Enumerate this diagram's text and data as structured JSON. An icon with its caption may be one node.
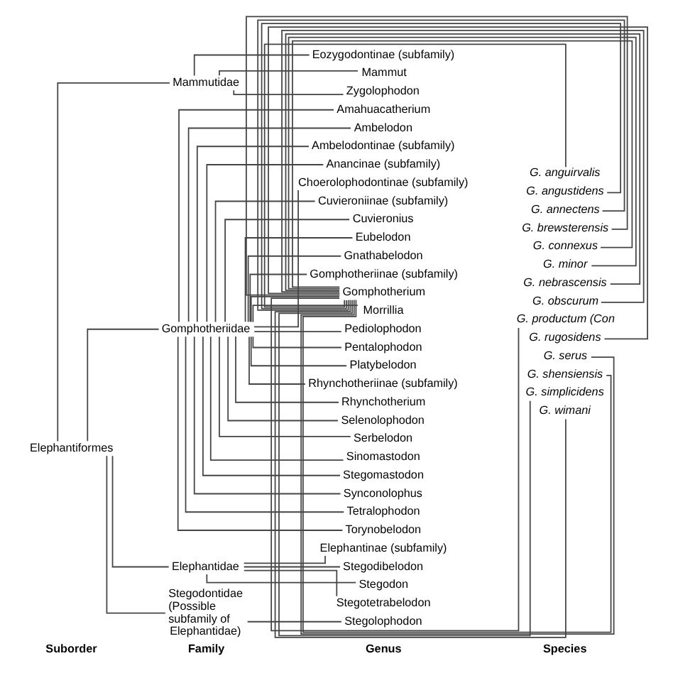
{
  "diagram": {
    "nodes": [
      {
        "text": [
          "Elephantiformes"
        ]
      },
      {
        "text": [
          "Mammutidae"
        ]
      },
      {
        "text": [
          "Gomphotheriidae"
        ]
      },
      {
        "text": [
          "Elephantidae"
        ]
      },
      {
        "text": [
          "Stegodontidae (Possible subfamily of Elephantidae)"
        ]
      },
      {
        "text": [
          "Eozygodontinae (subfamily)"
        ]
      },
      {
        "text": [
          "Mammut"
        ]
      },
      {
        "text": [
          "Zygolophodon"
        ]
      },
      {
        "text": [
          "Amahuacatherium"
        ]
      },
      {
        "text": [
          "Ambelodon"
        ]
      },
      {
        "text": [
          "Ambelodontinae (subfamily)"
        ]
      },
      {
        "text": [
          "Anancinae (subfamily)"
        ]
      },
      {
        "text": [
          "Choerolophodontinae (subfamily)"
        ]
      },
      {
        "text": [
          "Cuvieroniinae (subfamily)"
        ]
      },
      {
        "text": [
          "Cuvieronius"
        ]
      },
      {
        "text": [
          "Eubelodon"
        ]
      },
      {
        "text": [
          "Gnathabelodon"
        ]
      },
      {
        "text": [
          "Gomphotheriinae (subfamily)"
        ]
      },
      {
        "text": [
          "Gomphotherium"
        ]
      },
      {
        "text": [
          "Morrillia"
        ]
      },
      {
        "text": [
          "Pediolophodon"
        ]
      },
      {
        "text": [
          "Pentalophodon"
        ]
      },
      {
        "text": [
          "Platybelodon"
        ]
      },
      {
        "text": [
          "Rhynchotheriinae (subfamily)"
        ]
      },
      {
        "text": [
          "Rhynchotherium"
        ]
      },
      {
        "text": [
          "Selenolophodon"
        ]
      },
      {
        "text": [
          "Serbelodon"
        ]
      },
      {
        "text": [
          "Sinomastodon"
        ]
      },
      {
        "text": [
          "Stegomastodon"
        ]
      },
      {
        "text": [
          "Synconolophus"
        ]
      },
      {
        "text": [
          "Tetralophodon"
        ]
      },
      {
        "text": [
          "Torynobelodon"
        ]
      },
      {
        "text": [
          "Elephantinae (subfamily)"
        ]
      },
      {
        "text": [
          "Stegodibelodon"
        ]
      },
      {
        "text": [
          "Stegodon"
        ]
      },
      {
        "text": [
          "Stegotetrabelodon"
        ]
      },
      {
        "text": [
          "Stegolophodon"
        ]
      },
      {
        "text": [
          "G. anguirvalis"
        ]
      },
      {
        "text": [
          "G. angustidens"
        ]
      },
      {
        "text": [
          "G. annectens"
        ]
      },
      {
        "text": [
          "G. brewsterensis"
        ]
      },
      {
        "text": [
          "G. connexus"
        ]
      },
      {
        "text": [
          "G. minor"
        ]
      },
      {
        "text": [
          "G. nebrascensis"
        ]
      },
      {
        "text": [
          "G. obscurum"
        ]
      },
      {
        "text": [
          "G. productum (Con"
        ]
      },
      {
        "text": [
          "G. rugosidens"
        ]
      },
      {
        "text": [
          "G. serus"
        ]
      },
      {
        "text": [
          "G. shensiensis"
        ]
      },
      {
        "text": [
          "G. simplicidens"
        ]
      },
      {
        "text": [
          "G. wimani"
        ]
      }
    ],
    "edges": [
      {
        "from": 0,
        "to": 1,
        "arrow": "none"
      },
      {
        "from": 0,
        "to": 2,
        "arrow": "none"
      },
      {
        "from": 0,
        "to": 3,
        "arrow": "none"
      },
      {
        "from": 0,
        "to": 4,
        "arrow": "none"
      },
      {
        "from": 1,
        "to": 5,
        "arrow": "none"
      },
      {
        "from": 1,
        "to": 6,
        "arrow": "none"
      },
      {
        "from": 1,
        "to": 7,
        "arrow": "none"
      },
      {
        "from": 2,
        "to": 8,
        "arrow": "none"
      },
      {
        "from": 2,
        "to": 9,
        "arrow": "none"
      },
      {
        "from": 2,
        "to": 10,
        "arrow": "none"
      },
      {
        "from": 2,
        "to": 11,
        "arrow": "none"
      },
      {
        "from": 2,
        "to": 12,
        "arrow": "none"
      },
      {
        "from": 2,
        "to": 13,
        "arrow": "none"
      },
      {
        "from": 2,
        "to": 14,
        "arrow": "none"
      },
      {
        "from": 2,
        "to": 15,
        "arrow": "none"
      },
      {
        "from": 2,
        "to": 16,
        "arrow": "none"
      },
      {
        "from": 2,
        "to": 17,
        "arrow": "none"
      },
      {
        "from": 2,
        "to": 18,
        "arrow": "none"
      },
      {
        "from": 2,
        "to": 19,
        "arrow": "none"
      },
      {
        "from": 2,
        "to": 20,
        "arrow": "none"
      },
      {
        "from": 2,
        "to": 21,
        "arrow": "none"
      },
      {
        "from": 2,
        "to": 22,
        "arrow": "none"
      },
      {
        "from": 2,
        "to": 23,
        "arrow": "none"
      },
      {
        "from": 2,
        "to": 24,
        "arrow": "none"
      },
      {
        "from": 2,
        "to": 25,
        "arrow": "none"
      },
      {
        "from": 2,
        "to": 26,
        "arrow": "none"
      },
      {
        "from": 2,
        "to": 27,
        "arrow": "none"
      },
      {
        "from": 2,
        "to": 28,
        "arrow": "none"
      },
      {
        "from": 2,
        "to": 29,
        "arrow": "none"
      },
      {
        "from": 2,
        "to": 30,
        "arrow": "none"
      },
      {
        "from": 2,
        "to": 31,
        "arrow": "none"
      },
      {
        "from": 3,
        "to": 32,
        "arrow": "none"
      },
      {
        "from": 3,
        "to": 33,
        "arrow": "none"
      },
      {
        "from": 3,
        "to": 34,
        "arrow": "none"
      },
      {
        "from": 3,
        "to": 35,
        "arrow": "none"
      },
      {
        "from": 4,
        "to": 36,
        "arrow": "none"
      },
      {
        "from": 18,
        "to": 37,
        "arrow": "none"
      },
      {
        "from": 18,
        "to": 38,
        "arrow": "none"
      },
      {
        "from": 18,
        "to": 39,
        "arrow": "none"
      },
      {
        "from": 18,
        "to": 40,
        "arrow": "none"
      },
      {
        "from": 18,
        "to": 41,
        "arrow": "none"
      },
      {
        "from": 18,
        "to": 42,
        "arrow": "none"
      },
      {
        "from": 18,
        "to": 43,
        "arrow": "none"
      },
      {
        "from": 18,
        "to": 44,
        "arrow": "none"
      },
      {
        "from": 18,
        "to": 45,
        "arrow": "none"
      },
      {
        "from": 18,
        "to": 46,
        "arrow": "none"
      },
      {
        "from": 18,
        "to": 47,
        "arrow": "none"
      },
      {
        "from": 18,
        "to": 48,
        "arrow": "none"
      },
      {
        "from": 18,
        "to": 49,
        "arrow": "none"
      },
      {
        "from": 18,
        "to": 50,
        "arrow": "none"
      }
    ],
    "labels": [
      "Suborder",
      "Family",
      "Genus",
      "Species"
    ]
  }
}
